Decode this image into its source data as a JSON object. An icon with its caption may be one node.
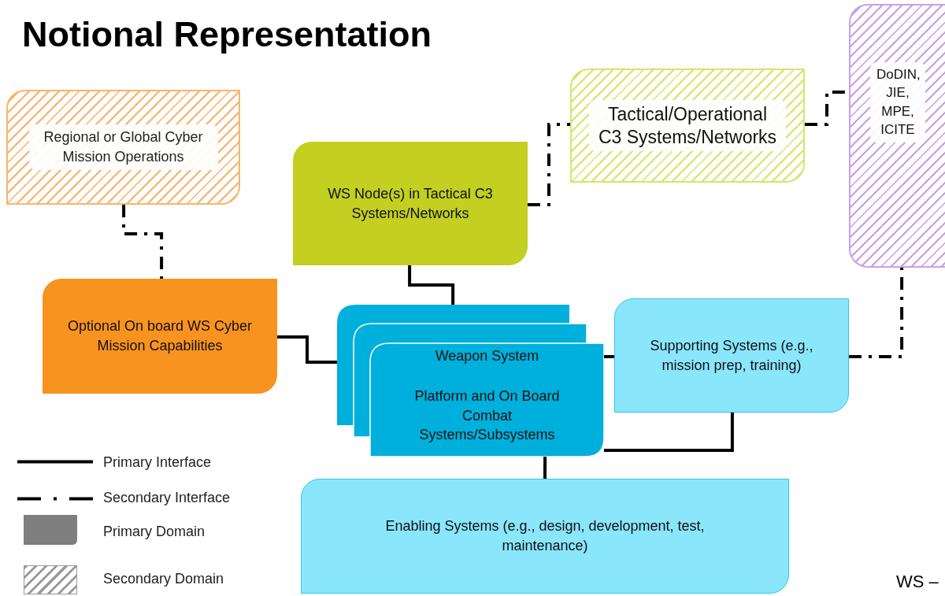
{
  "diagram": {
    "title": "Notional Representation",
    "nodes": [
      {
        "text": [
          "Regional or Global Cyber Mission Operations"
        ]
      },
      {
        "text": [
          "WS Node(s) in Tactical C3 Systems/Networks"
        ]
      },
      {
        "text": [
          "Tactical/Operational C3 Systems/Networks"
        ]
      },
      {
        "text": [
          "DoDIN, JIE, MPE, ICITE"
        ]
      },
      {
        "text": [
          "Optional On board WS Cyber Mission Capabilities"
        ]
      },
      {
        "text": [
          "Weapon System",
          "Platform and On Board Combat Systems/Subsystems"
        ]
      },
      {
        "text": [
          "Supporting Systems (e.g., mission prep, training)"
        ]
      },
      {
        "text": [
          "Enabling Systems (e.g., design, development, test, maintenance)"
        ]
      }
    ],
    "edges": [
      {
        "from": 0,
        "to": 4,
        "arrow": "none",
        "style": "dashed"
      },
      {
        "from": 1,
        "to": 2,
        "arrow": "none",
        "style": "dashed"
      },
      {
        "from": 2,
        "to": 3,
        "arrow": "none",
        "style": "dashed"
      },
      {
        "from": 1,
        "to": 5,
        "arrow": "none"
      },
      {
        "from": 4,
        "to": 5,
        "arrow": "none"
      },
      {
        "from": 5,
        "to": 6,
        "arrow": "none"
      },
      {
        "from": 6,
        "to": 5,
        "arrow": "none"
      },
      {
        "from": 5,
        "to": 7,
        "arrow": "none"
      },
      {
        "from": 6,
        "to": 3,
        "arrow": "none",
        "style": "dashed"
      }
    ],
    "labels": [
      "WS –"
    ],
    "legend": [
      {
        "text": "Primary Interface"
      },
      {
        "text": "Secondary Interface"
      },
      {
        "text": "Primary Domain"
      },
      {
        "text": "Secondary Domain"
      }
    ]
  }
}
